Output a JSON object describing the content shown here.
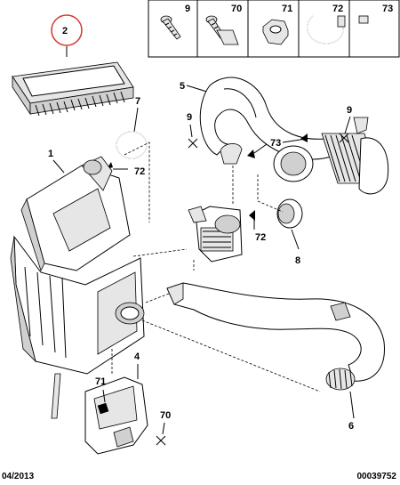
{
  "legend": [
    {
      "ref": "9",
      "icon": "screw-icon"
    },
    {
      "ref": "70",
      "icon": "bolt-with-clip-icon"
    },
    {
      "ref": "71",
      "icon": "hex-nut-icon"
    },
    {
      "ref": "72",
      "icon": "hose-clamp-icon"
    },
    {
      "ref": "73",
      "icon": "wide-hose-clamp-icon"
    }
  ],
  "callouts": {
    "c2": "2",
    "c5": "5",
    "c7": "7",
    "c72a": "72",
    "c9a": "9",
    "c73a": "73",
    "c9b": "9",
    "c1": "1",
    "c72b": "72",
    "c8": "8",
    "c4": "4",
    "c71": "71",
    "c70": "70",
    "c6": "6"
  },
  "footer": {
    "date": "04/2013",
    "reference": "00039752"
  },
  "colors": {
    "highlight_circle": "#d9352b",
    "line": "#000000",
    "part_fill": "#e6e6e6"
  }
}
